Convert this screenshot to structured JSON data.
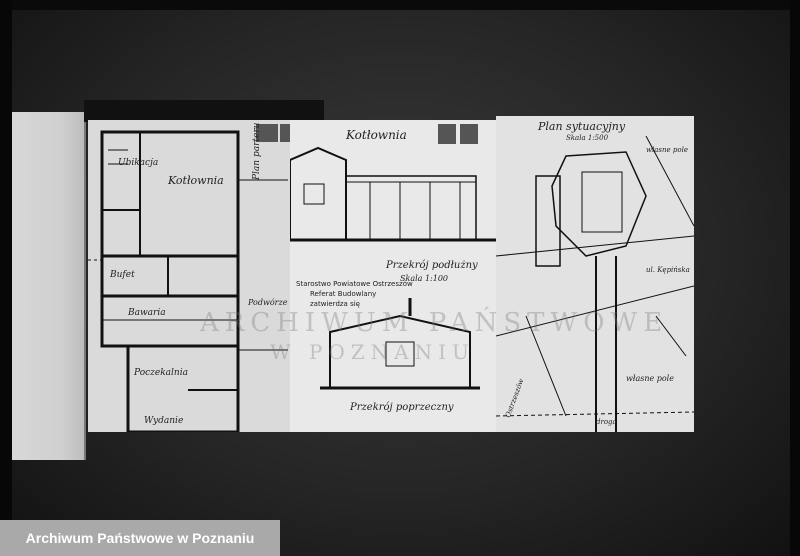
{
  "archive": {
    "caption": "Archiwum Państwowe w Poznaniu"
  },
  "watermark": {
    "line1": "ARCHIWUM PAŃSTWOWE",
    "line2": "W POZNANIU"
  },
  "sheet_floor": {
    "rooms": [
      "Kotłownia",
      "Ubikacja",
      "Bufet",
      "Bawaria",
      "Podwórze",
      "Poczekalnia",
      "Wydanie"
    ],
    "note": "Plan parteru"
  },
  "sheet_section": {
    "title": "Kotłownia",
    "label_long": "Przekrój podłużny",
    "label_cross": "Przekrój poprzeczny",
    "scale": "Skala 1:100",
    "stamp_lines": [
      "Starostwo Powiatowe Ostrzeszów",
      "Referat Budowlany",
      "zatwierdza się"
    ]
  },
  "sheet_site": {
    "title": "Plan sytuacyjny",
    "scale": "Skala 1:500",
    "labels": [
      "własne pole",
      "własne pole",
      "Ostrzeszów",
      "ul. Kępińska",
      "droga"
    ]
  }
}
